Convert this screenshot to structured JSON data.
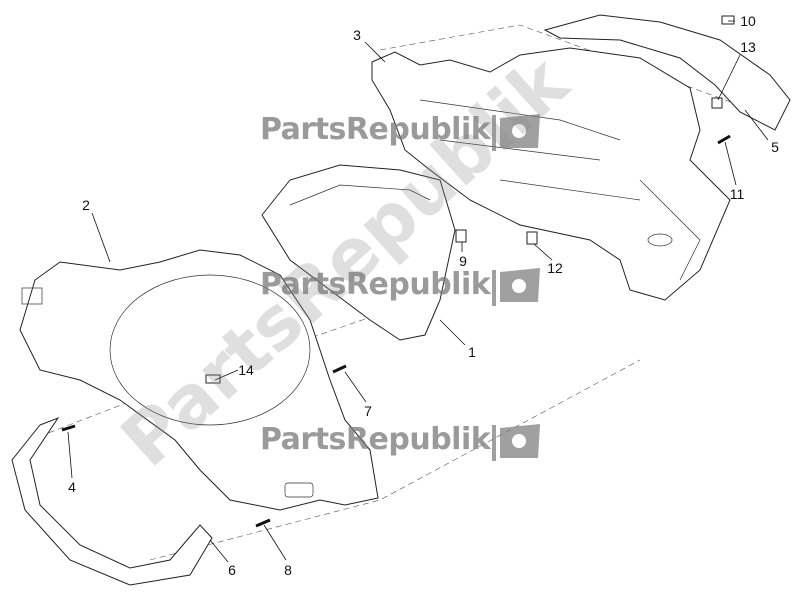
{
  "watermark": {
    "text": "PartsRepublik",
    "diagonal_text": "PartsRepublik",
    "color": "#8a8a8a"
  },
  "callouts": [
    {
      "id": "1",
      "label": "1"
    },
    {
      "id": "2",
      "label": "2"
    },
    {
      "id": "3",
      "label": "3"
    },
    {
      "id": "4",
      "label": "4"
    },
    {
      "id": "5",
      "label": "5"
    },
    {
      "id": "6",
      "label": "6"
    },
    {
      "id": "7",
      "label": "7"
    },
    {
      "id": "8",
      "label": "8"
    },
    {
      "id": "9",
      "label": "9"
    },
    {
      "id": "10",
      "label": "10"
    },
    {
      "id": "11",
      "label": "11"
    },
    {
      "id": "12",
      "label": "12"
    },
    {
      "id": "13",
      "label": "13"
    },
    {
      "id": "14",
      "label": "14"
    }
  ]
}
